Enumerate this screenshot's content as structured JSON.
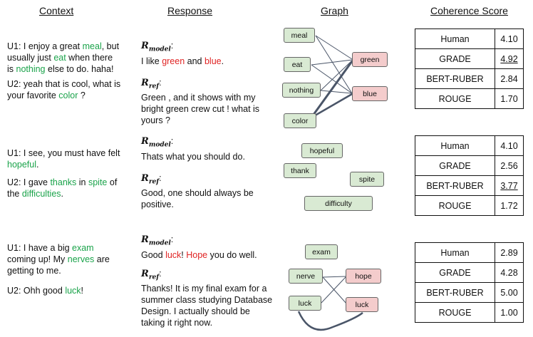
{
  "headers": {
    "context": "Context",
    "response": "Response",
    "graph": "Graph",
    "score": "Coherence Score"
  },
  "rows": [
    {
      "context": [
        [
          [
            "U1: I enjoy a great ",
            ""
          ],
          [
            "meal",
            "g"
          ],
          [
            ", but usually just ",
            ""
          ],
          [
            "eat",
            "g"
          ],
          [
            " when there is ",
            ""
          ],
          [
            "nothing",
            "g"
          ],
          [
            " else to do. haha!",
            ""
          ]
        ],
        [
          [
            "U2: yeah that is cool, what is your favorite ",
            ""
          ],
          [
            "color",
            "g"
          ],
          [
            " ?",
            ""
          ]
        ]
      ],
      "model_label": "R",
      "model_sub": "model",
      "model_suffix": ":",
      "model": [
        [
          "I like ",
          ""
        ],
        [
          "green",
          "r"
        ],
        [
          " and ",
          ""
        ],
        [
          "blue",
          "r"
        ],
        [
          ".",
          ""
        ]
      ],
      "ref_label": "R",
      "ref_sub": "ref",
      "ref_suffix": ":",
      "ref": [
        [
          "Green , and it shows with my bright green crew cut ! what is yours ?",
          ""
        ]
      ],
      "nodes": [
        "meal",
        "eat",
        "nothing",
        "color",
        "green",
        "blue"
      ],
      "scores": [
        {
          "name": "Human",
          "value": "4.10",
          "underline": false
        },
        {
          "name": "GRADE",
          "value": "4.92",
          "underline": true
        },
        {
          "name": "BERT-RUBER",
          "value": "2.84",
          "underline": false
        },
        {
          "name": "ROUGE",
          "value": "1.70",
          "underline": false
        }
      ]
    },
    {
      "context": [
        [
          [
            "U1: I see, you must have felt ",
            ""
          ],
          [
            "hopeful",
            "g"
          ],
          [
            ".",
            ""
          ]
        ],
        [
          [
            "U2: I gave ",
            ""
          ],
          [
            "thanks",
            "g"
          ],
          [
            " in ",
            ""
          ],
          [
            "spite",
            "g"
          ],
          [
            " of the ",
            ""
          ],
          [
            "difficulties",
            "g"
          ],
          [
            ".",
            ""
          ]
        ]
      ],
      "model_label": "R",
      "model_sub": "model",
      "model_suffix": ":",
      "model": [
        [
          "Thats what you should do.",
          ""
        ]
      ],
      "ref_label": "R",
      "ref_sub": "ref",
      "ref_suffix": ":",
      "ref": [
        [
          "Good, one should always be positive.",
          ""
        ]
      ],
      "nodes": [
        "hopeful",
        "thank",
        "spite",
        "difficulty"
      ],
      "scores": [
        {
          "name": "Human",
          "value": "4.10",
          "underline": false
        },
        {
          "name": "GRADE",
          "value": "2.56",
          "underline": false
        },
        {
          "name": "BERT-RUBER",
          "value": "3.77",
          "underline": true
        },
        {
          "name": "ROUGE",
          "value": "1.72",
          "underline": false
        }
      ]
    },
    {
      "context": [
        [
          [
            "U1: I have a big ",
            ""
          ],
          [
            "exam",
            "g"
          ],
          [
            " coming up! My ",
            ""
          ],
          [
            "nerves",
            "g"
          ],
          [
            " are getting to me.",
            ""
          ]
        ],
        [
          [
            "U2: Ohh good ",
            ""
          ],
          [
            "luck",
            "g"
          ],
          [
            "!",
            ""
          ]
        ]
      ],
      "model_label": "R",
      "model_sub": "model",
      "model_suffix": ":",
      "model": [
        [
          "Good ",
          ""
        ],
        [
          "luck",
          "r"
        ],
        [
          "! ",
          ""
        ],
        [
          "Hope",
          "r"
        ],
        [
          " you do well.",
          ""
        ]
      ],
      "ref_label": "R",
      "ref_sub": "ref",
      "ref_suffix": ":",
      "ref": [
        [
          "Thanks! It is my final exam for a summer class studying Database Design. I actually should be taking it right now.",
          ""
        ]
      ],
      "nodes": [
        "exam",
        "nerve",
        "hope",
        "luck",
        "luck"
      ],
      "scores": [
        {
          "name": "Human",
          "value": "2.89",
          "underline": false
        },
        {
          "name": "GRADE",
          "value": "4.28",
          "underline": false
        },
        {
          "name": "BERT-RUBER",
          "value": "5.00",
          "underline": false
        },
        {
          "name": "ROUGE",
          "value": "1.00",
          "underline": false
        }
      ]
    }
  ]
}
